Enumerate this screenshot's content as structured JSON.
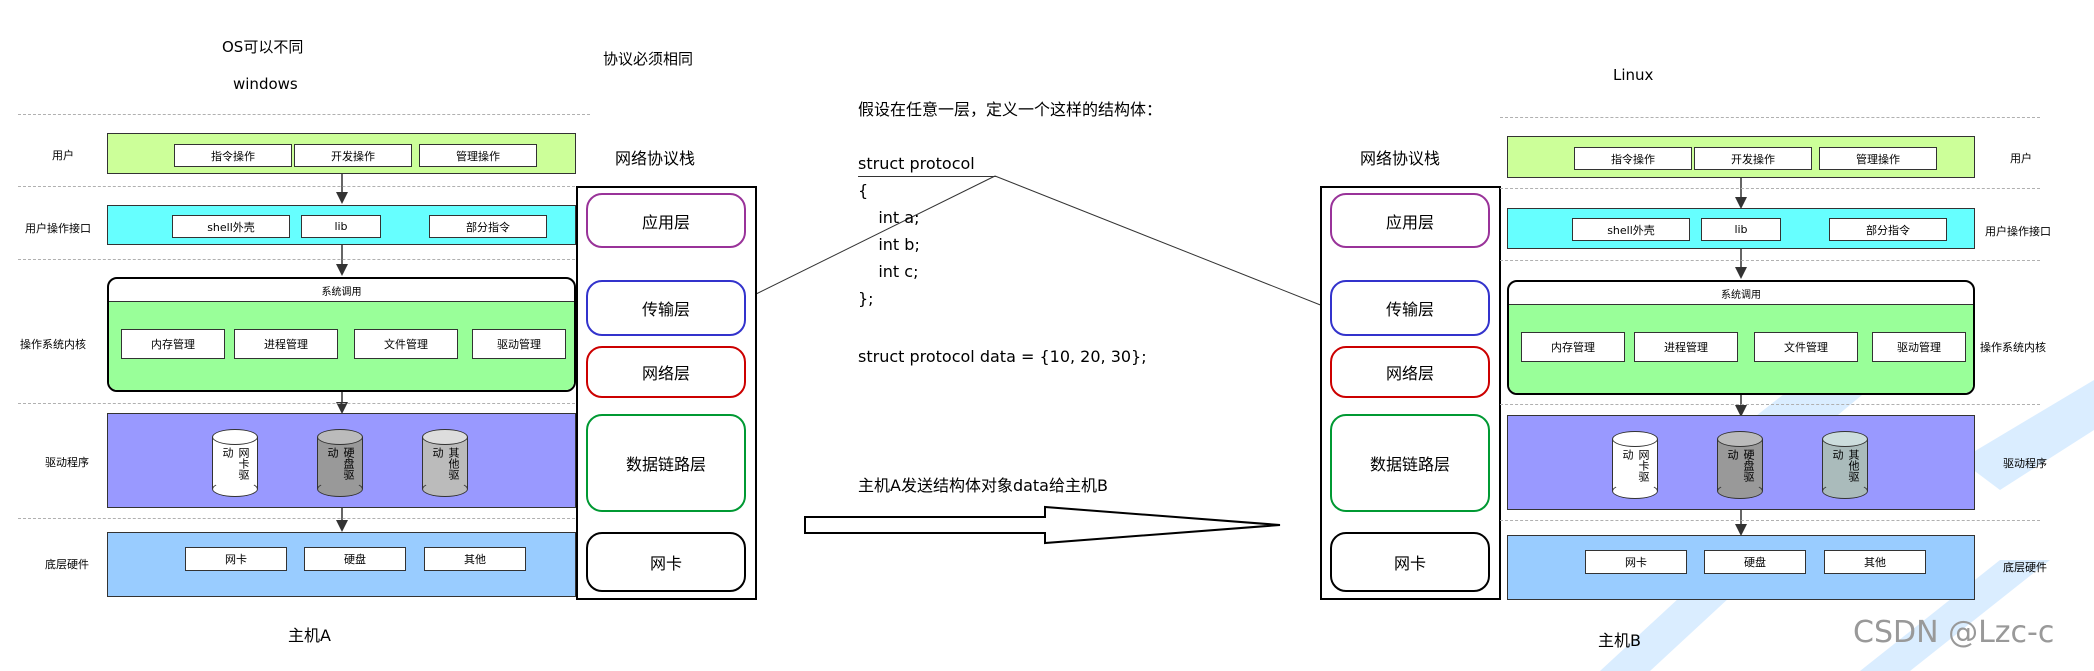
{
  "left": {
    "os_note": "OS可以不同",
    "os_name": "windows",
    "host": "主机A",
    "rows": [
      {
        "label": "用户",
        "boxes": [
          "指令操作",
          "开发操作",
          "管理操作"
        ]
      },
      {
        "label": "用户操作接口",
        "boxes": [
          "shell外壳",
          "lib",
          "部分指令"
        ]
      },
      {
        "label": "操作系统内核",
        "title": "系统调用",
        "boxes": [
          "内存管理",
          "进程管理",
          "文件管理",
          "驱动管理"
        ]
      },
      {
        "label": "驱动程序",
        "cylinders": [
          "网卡驱动",
          "硬盘驱动",
          "其他驱动"
        ]
      },
      {
        "label": "底层硬件",
        "boxes": [
          "网卡",
          "硬盘",
          "其他"
        ]
      }
    ]
  },
  "right": {
    "os_name": "Linux",
    "host": "主机B",
    "rows": [
      {
        "label": "用户",
        "boxes": [
          "指令操作",
          "开发操作",
          "管理操作"
        ]
      },
      {
        "label": "用户操作接口",
        "boxes": [
          "shell外壳",
          "lib",
          "部分指令"
        ]
      },
      {
        "label": "操作系统内核",
        "title": "系统调用",
        "boxes": [
          "内存管理",
          "进程管理",
          "文件管理",
          "驱动管理"
        ]
      },
      {
        "label": "驱动程序",
        "cylinders": [
          "网卡驱动",
          "硬盘驱动",
          "其他驱动"
        ]
      },
      {
        "label": "底层硬件",
        "boxes": [
          "网卡",
          "硬盘",
          "其他"
        ]
      }
    ]
  },
  "protocol_note": "协议必须相同",
  "stack_left": {
    "title": "网络协议栈",
    "layers": [
      {
        "name": "应用层",
        "color": "#993399"
      },
      {
        "name": "传输层",
        "color": "#3333cc"
      },
      {
        "name": "网络层",
        "color": "#cc0000"
      },
      {
        "name": "数据链路层",
        "color": "#009933"
      },
      {
        "name": "网卡",
        "color": "#000000"
      }
    ]
  },
  "stack_right": {
    "title": "网络协议栈",
    "layers": [
      {
        "name": "应用层",
        "color": "#993399"
      },
      {
        "name": "传输层",
        "color": "#3333cc"
      },
      {
        "name": "网络层",
        "color": "#cc0000"
      },
      {
        "name": "数据链路层",
        "color": "#009933"
      },
      {
        "name": "网卡",
        "color": "#000000"
      }
    ]
  },
  "code": {
    "intro": "假设在任意一层，定义一个这样的结构体：",
    "lines": [
      "struct protocol",
      "{",
      "    int a;",
      "    int b;",
      "    int c;",
      "};"
    ],
    "instance": "struct protocol data = {10, 20, 30};"
  },
  "send_caption": "主机A发送结构体对象data给主机B",
  "watermark": "CSDN @Lzc-c"
}
